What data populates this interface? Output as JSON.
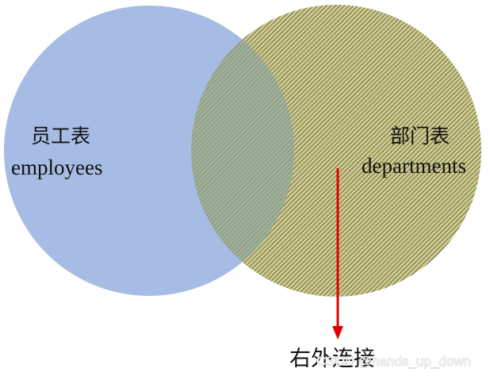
{
  "diagram": {
    "left_set": {
      "label_cn": "员工表",
      "label_en": "employees",
      "fill_color": "#a7bce4"
    },
    "right_set": {
      "label_cn": "部门表",
      "label_en": "departments",
      "fill_color": "#cfcb8e",
      "hatch_color": "#3b3b23"
    },
    "overlap_color": "#7f9a76",
    "arrow": {
      "color": "#e00000",
      "caption": "右外连接"
    },
    "watermark": "CSDN @hands_up_down"
  }
}
